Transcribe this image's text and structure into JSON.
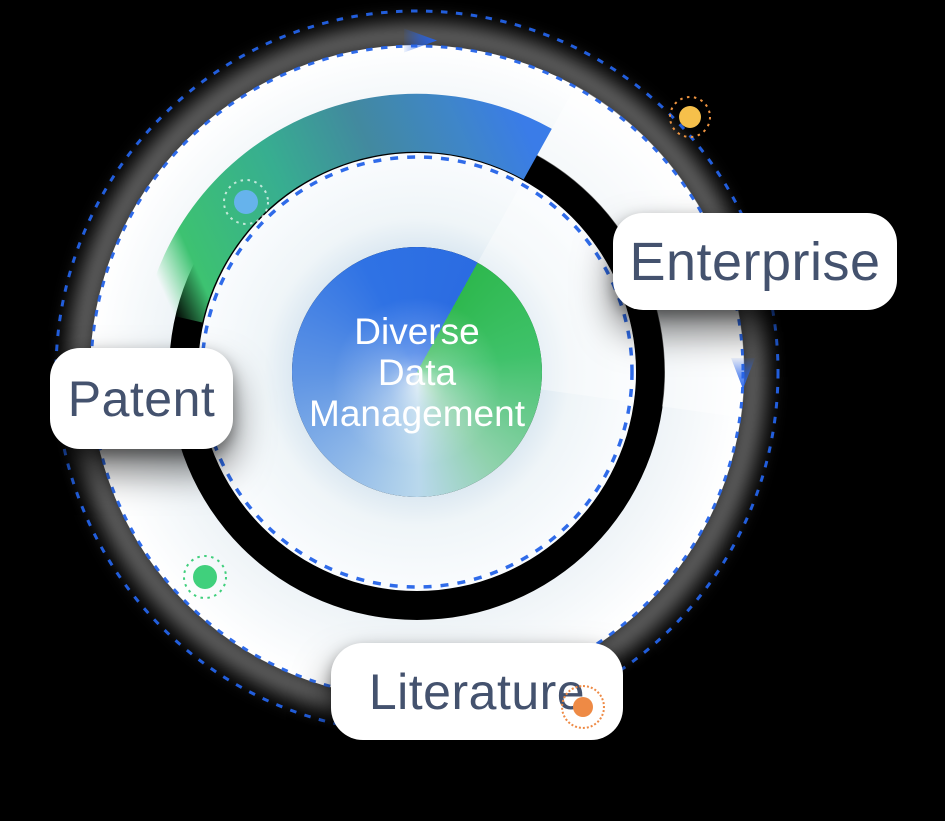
{
  "center_circle": {
    "line1": "Diverse",
    "line2": "Data",
    "line3": "Management"
  },
  "category_cards": [
    {
      "id": "enterprise",
      "label": "Enterprise"
    },
    {
      "id": "patent",
      "label": "Patent"
    },
    {
      "id": "literature",
      "label": "Literature"
    }
  ],
  "decorations": {
    "dots": [
      {
        "name": "blue-dot-on-arc",
        "color": "#66b3ec"
      },
      {
        "name": "yellow-dot",
        "color": "#f6c04b",
        "ring_color": "#ef9440"
      },
      {
        "name": "green-dot",
        "color": "#40d07c"
      },
      {
        "name": "orange-dot",
        "color": "#ee8a45"
      }
    ]
  },
  "colors": {
    "background": "#000000",
    "dash_blue": "#2463e8",
    "arc_green": "#3dc271",
    "arc_teal": "#37ae90",
    "arc_blue": "#3a7ce8",
    "card_bg": "#ffffff",
    "card_text": "#44526e",
    "center_green": "#2eb84e",
    "center_blue": "#2b6ce2",
    "center_text": "#ffffff"
  }
}
